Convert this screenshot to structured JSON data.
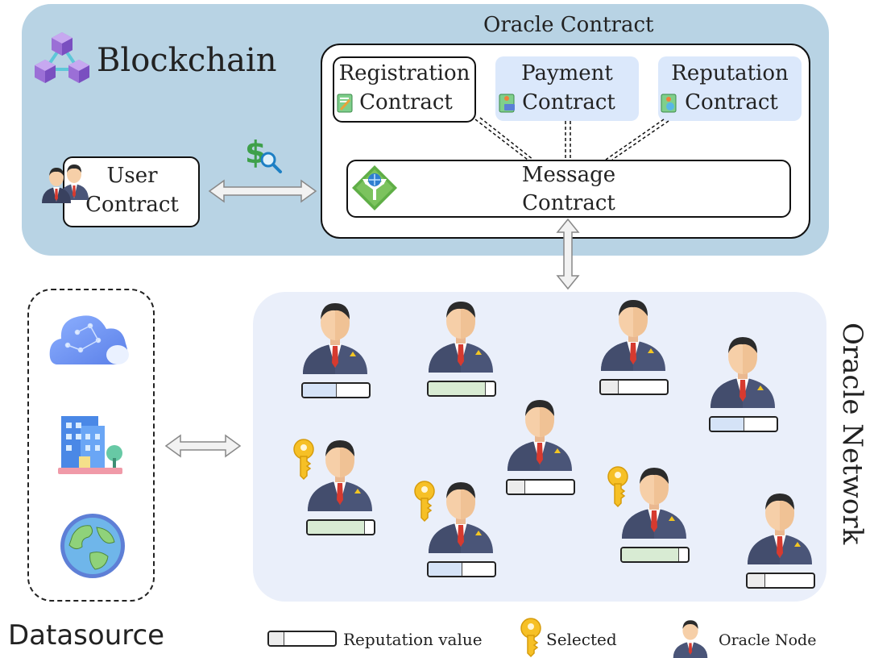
{
  "titles": {
    "blockchain": "Blockchain",
    "oracle_contract": "Oracle Contract",
    "datasource": "Datasource",
    "oracle_network": "Oracle Network"
  },
  "contracts": {
    "registration": {
      "line1": "Registration",
      "line2": "Contract"
    },
    "payment": {
      "line1": "Payment",
      "line2": "Contract"
    },
    "reputation": {
      "line1": "Reputation",
      "line2": "Contract"
    },
    "message": {
      "line1": "Message",
      "line2": "Contract"
    },
    "user": {
      "line1": "User",
      "line2": "Contract"
    }
  },
  "legend": {
    "reputation_value": "Reputation value",
    "selected": "Selected",
    "oracle_node": "Oracle Node"
  },
  "colors": {
    "blockchain_bg": "#b8d3e4",
    "network_bg": "#eaeffa",
    "rep_blue": "#d5e3f7",
    "rep_green": "#d8ebd3",
    "rep_gray": "#ececec",
    "key_gold": "#f6c026"
  },
  "icons": {
    "blockchain": "blockchain-cubes-icon",
    "users": "users-icon",
    "money_search": "money-search-icon",
    "message": "message-routing-icon",
    "cloud": "cloud-icon",
    "building": "building-icon",
    "globe": "globe-icon",
    "key": "key-icon",
    "oracle_node": "oracle-node-icon"
  },
  "oracle_nodes": [
    {
      "reputation": 0.5,
      "level": "medium",
      "selected": false
    },
    {
      "reputation": 0.85,
      "level": "high",
      "selected": false
    },
    {
      "reputation": 0.25,
      "level": "low",
      "selected": false
    },
    {
      "reputation": 0.5,
      "level": "medium",
      "selected": false
    },
    {
      "reputation": 0.25,
      "level": "low",
      "selected": false
    },
    {
      "reputation": 0.85,
      "level": "high",
      "selected": true
    },
    {
      "reputation": 0.5,
      "level": "medium",
      "selected": true
    },
    {
      "reputation": 0.85,
      "level": "high",
      "selected": true
    },
    {
      "reputation": 0.25,
      "level": "low",
      "selected": false
    }
  ]
}
